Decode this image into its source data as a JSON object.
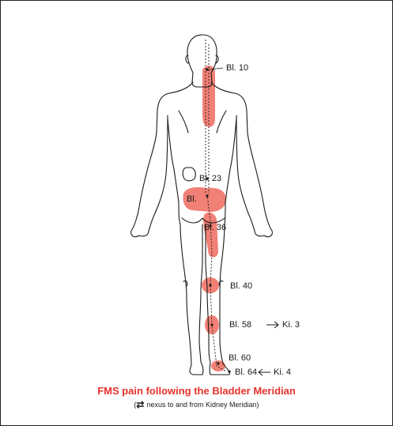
{
  "colors": {
    "pain_area": "#ef6b5f",
    "title": "#e8322c",
    "outline": "#1a1a1a"
  },
  "labels": {
    "bl10": "Bl. 10",
    "bl23": "Bl. 23",
    "bl25": "Bl.",
    "bl36": "Bl. 36",
    "bl40": "Bl. 40",
    "bl58": "Bl. 58",
    "ki3": "Ki. 3",
    "bl60": "Bl. 60",
    "bl64": "Bl. 64",
    "ki4": "Ki. 4"
  },
  "caption": {
    "title": "FMS pain following the Bladder Meridian",
    "subtitle_icon": "bidirectional-arrow-icon",
    "subtitle_text": "nexus to and from Kidney Meridian)",
    "subtitle_open": "("
  }
}
